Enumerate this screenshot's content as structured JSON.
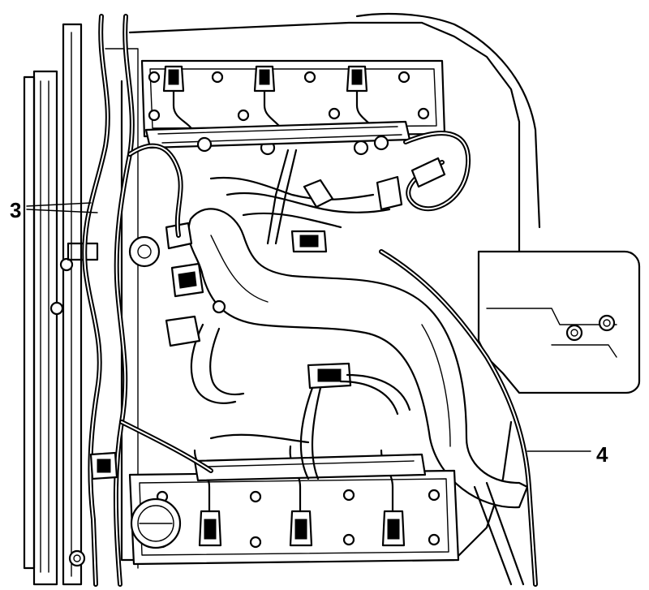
{
  "figure": {
    "callouts": [
      {
        "id": "3",
        "label": "3"
      },
      {
        "id": "4",
        "label": "4"
      }
    ]
  }
}
